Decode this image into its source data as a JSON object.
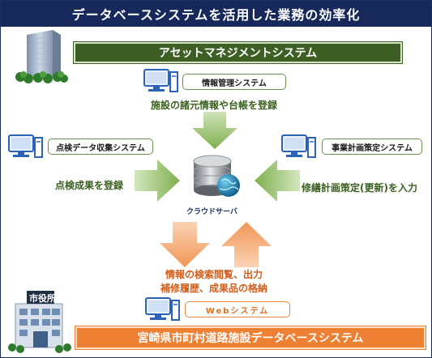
{
  "title": "データベースシステムを活用した業務の効率化",
  "asset_system": "アセットマネジメントシステム",
  "info_system": "情報管理システム",
  "info_action": "施設の諸元情報や台帳を登録",
  "inspection_system": "点検データ収集システム",
  "inspection_action": "点検成果を登録",
  "planning_system": "事業計画策定システム",
  "planning_action": "修繕計画策定(更新)を入力",
  "cloud_server": "クラウドサーバ",
  "db_action_line1": "情報の検索閲覧、出力",
  "db_action_line2": "補修履歴、成果品の格納",
  "web_system": "Webシステム",
  "city_hall_sign": "市役所",
  "db_system": "宮崎県市町村道路施設データベースシステム",
  "colors": {
    "title_bg": "#16295a",
    "asset_banner": "#3d5f23",
    "db_banner": "#ee8033",
    "green_arrow": "#8cbd5c",
    "orange_arrow": "#f2a06a"
  }
}
